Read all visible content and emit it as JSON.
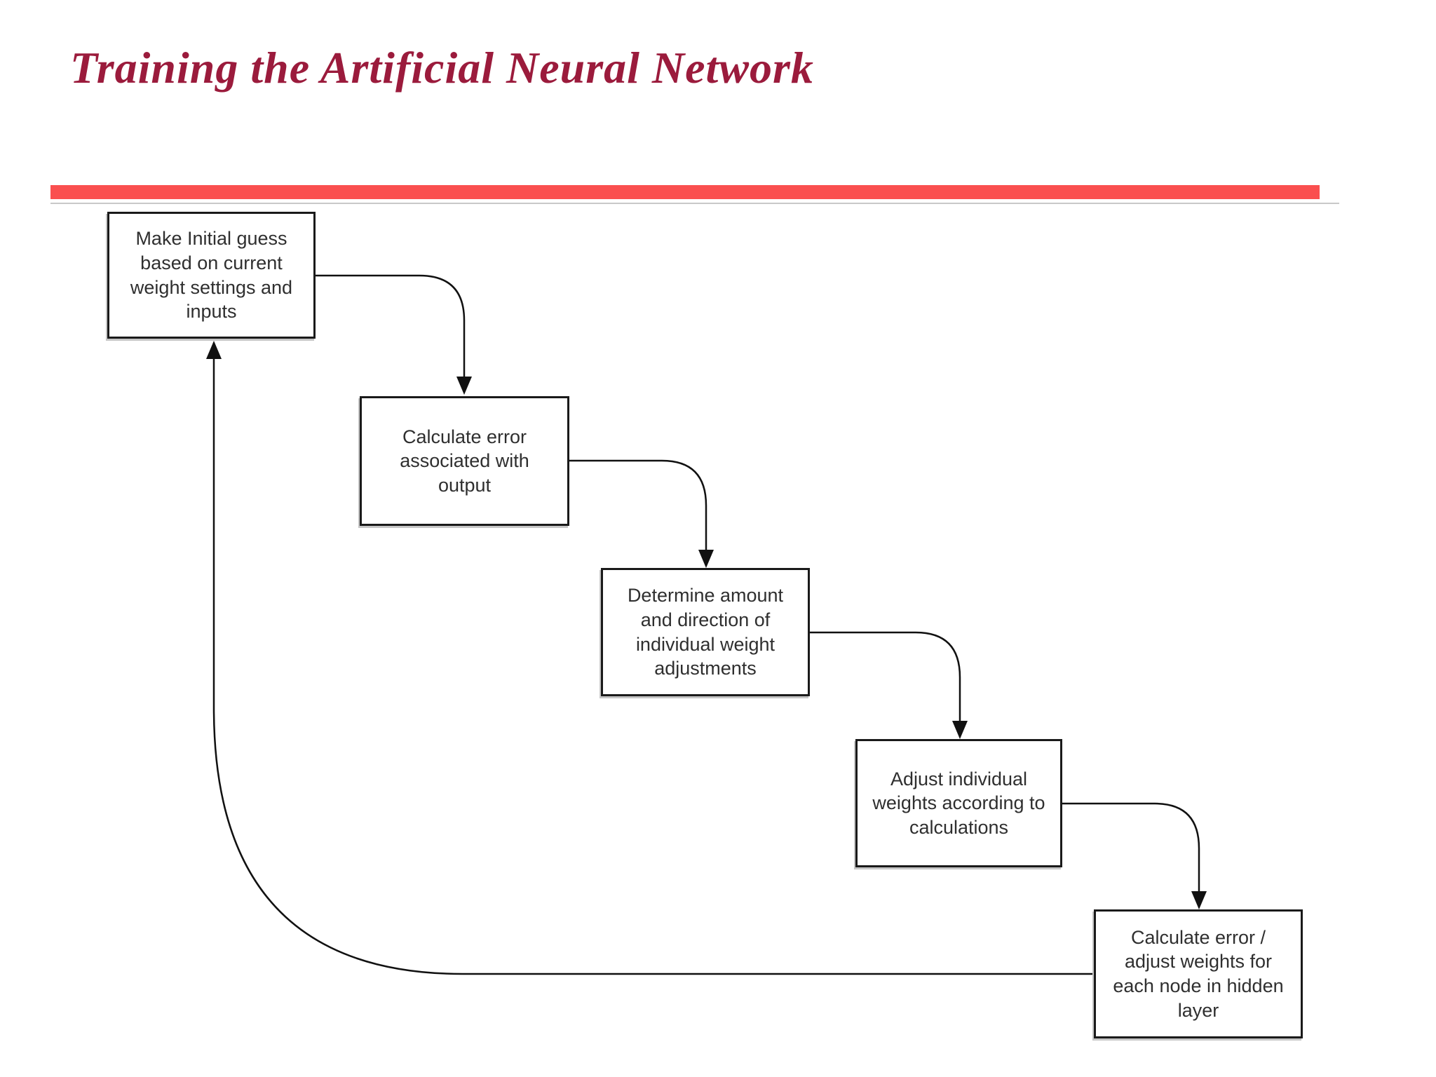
{
  "slide": {
    "title": "Training the Artificial Neural Network",
    "title_color": "#9B1B3C",
    "divider_color": "#FA4F4F",
    "background_color": "#ffffff"
  },
  "flowchart": {
    "line_color": "#111111",
    "node_border_color": "#1a1a1a",
    "node_text_color": "#2f2f2f",
    "nodes": [
      {
        "id": "make-initial-guess",
        "label": "Make Initial guess based on current weight settings and inputs"
      },
      {
        "id": "calculate-error",
        "label": "Calculate error associated with output"
      },
      {
        "id": "determine-adjustments",
        "label": "Determine amount and direction of individual weight adjustments"
      },
      {
        "id": "adjust-weights",
        "label": "Adjust individual weights according to calculations"
      },
      {
        "id": "calculate-error-hidden",
        "label": "Calculate error / adjust weights for each node in hidden layer"
      }
    ],
    "edges": [
      {
        "from": "make-initial-guess",
        "to": "calculate-error",
        "type": "elbow-right-down"
      },
      {
        "from": "calculate-error",
        "to": "determine-adjustments",
        "type": "elbow-right-down"
      },
      {
        "from": "determine-adjustments",
        "to": "adjust-weights",
        "type": "elbow-right-down"
      },
      {
        "from": "adjust-weights",
        "to": "calculate-error-hidden",
        "type": "elbow-right-down"
      },
      {
        "from": "calculate-error-hidden",
        "to": "make-initial-guess",
        "type": "feedback-loop"
      }
    ]
  }
}
